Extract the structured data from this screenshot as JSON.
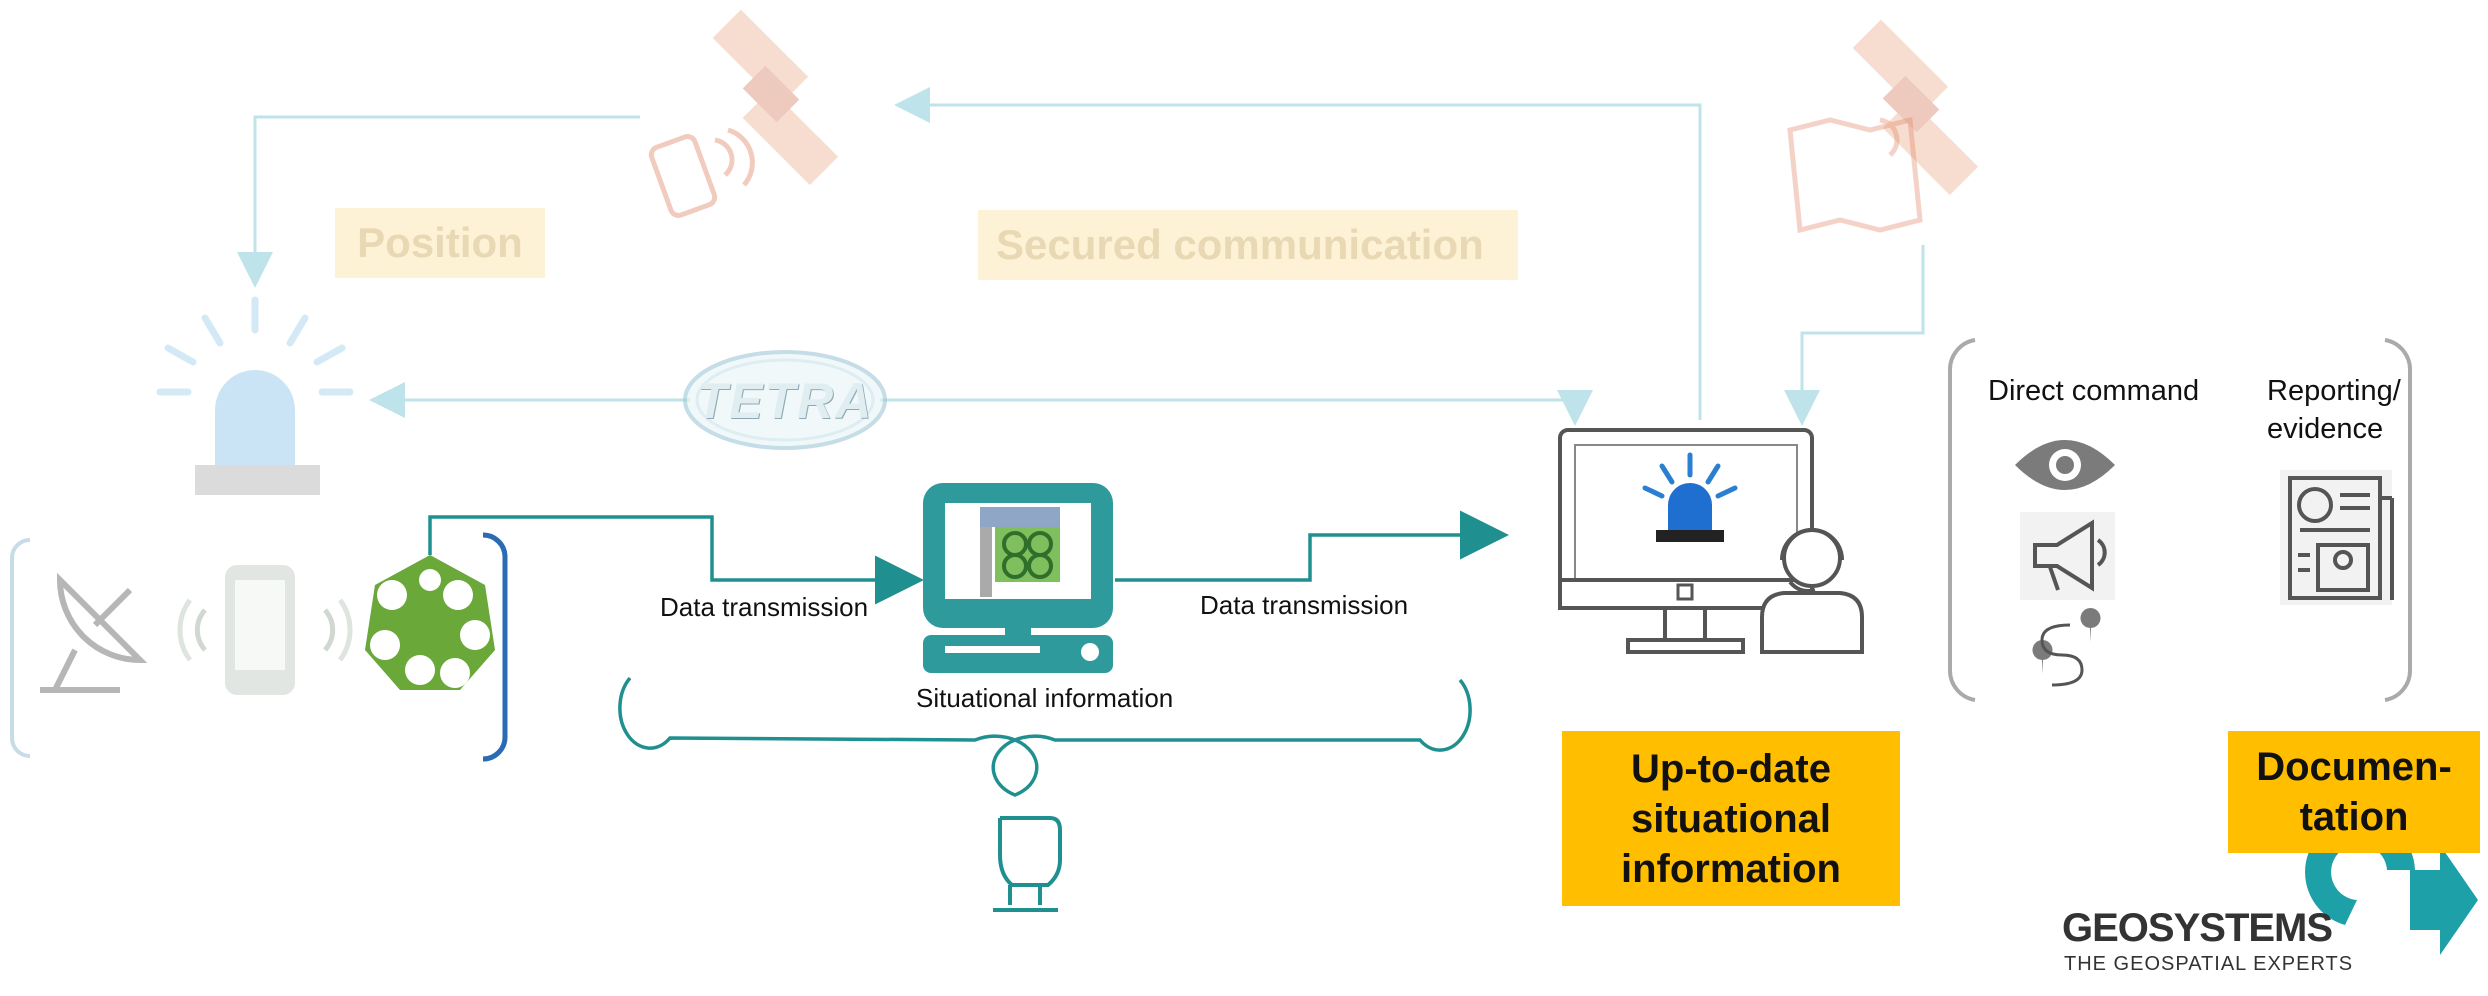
{
  "labels": {
    "position": "Position",
    "secured_communication": "Secured communication",
    "tetra": "TETRA",
    "data_transmission_left": "Data transmission",
    "data_transmission_right": "Data transmission",
    "situational_information": "Situational information",
    "up_to_date": [
      "Up-to-date",
      "situational",
      "information"
    ],
    "direct_command": "Direct command",
    "reporting_evidence": [
      "Reporting/",
      "evidence"
    ],
    "documentation": [
      "Documen-",
      "tation"
    ]
  },
  "logo": {
    "name": "GEOSYSTEMS",
    "tagline": "THE GEOSPATIAL EXPERTS"
  },
  "colors": {
    "teal": "#2f9a9c",
    "teal_line": "#1f8f8f",
    "faded_teal": "#bfe3ea",
    "gold": "#ffbe00",
    "faded_gold": "#fdf2d6",
    "green": "#6aa83a",
    "gray_icon": "#555555",
    "blue_bracket": "#2a6bb3"
  },
  "icons": [
    "satellite-icon",
    "phone-signal-icon",
    "siren-icon",
    "dish-icon",
    "drone-icon",
    "computer-icon",
    "monitor-siren-icon",
    "operator-icon",
    "eye-icon",
    "megaphone-icon",
    "route-pins-icon",
    "report-icon",
    "finger-press-icon"
  ]
}
